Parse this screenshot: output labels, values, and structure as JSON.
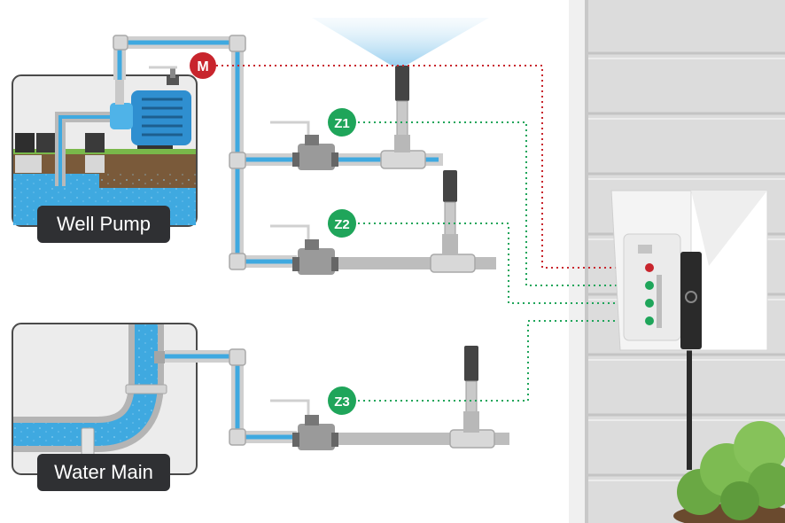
{
  "labels": {
    "well_pump": "Well Pump",
    "water_main": "Water Main"
  },
  "badges": {
    "master": "M",
    "zone1": "Z1",
    "zone2": "Z2",
    "zone3": "Z3"
  },
  "colors": {
    "water": "#3fa9e0",
    "pipe": "#c9c9c9",
    "master_wire": "#c8252d",
    "zone_wire": "#1fa55a",
    "wall": "#e2e2e2",
    "label_bg": "#2f3033"
  }
}
